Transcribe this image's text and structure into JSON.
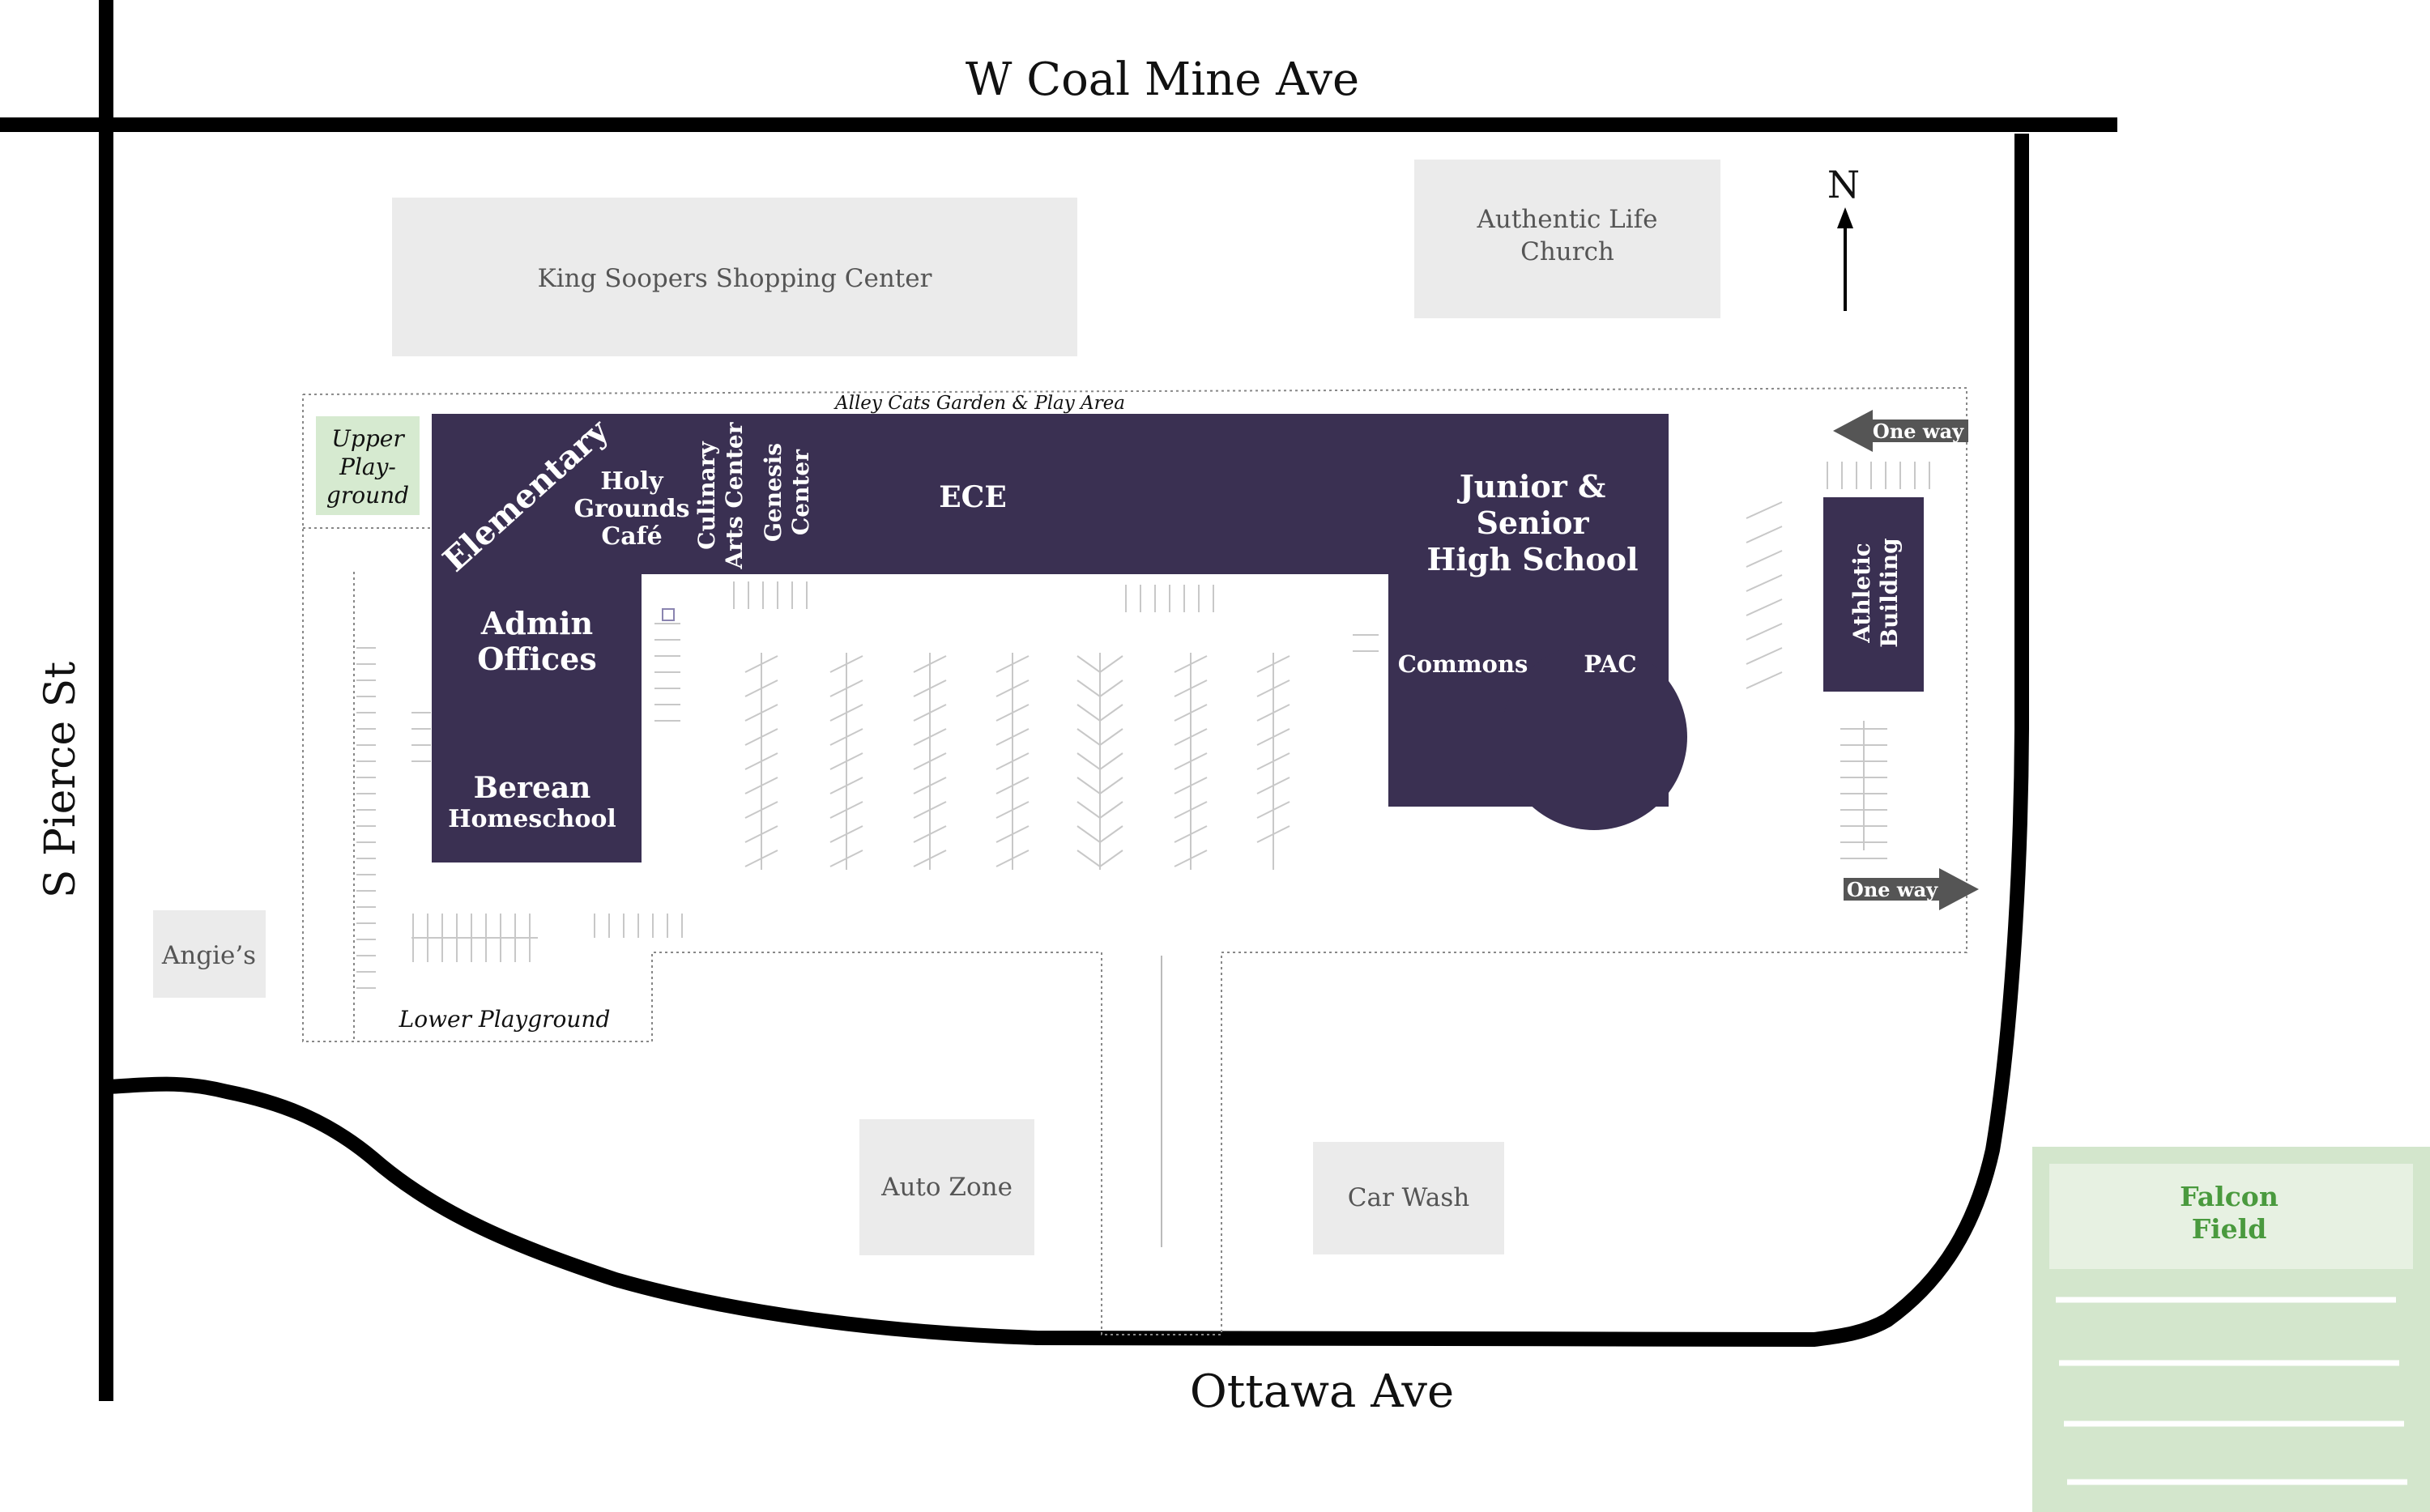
{
  "colors": {
    "building": "#3a3052",
    "neighbor_fill": "#ebebeb",
    "neighbor_text": "#555555",
    "playground_fill": "#d6ead0",
    "field_fill": "#d3e6cc",
    "field_label_fill": "#e7f1e2",
    "field_text": "#4a9a3e",
    "road": "#000000",
    "arrow": "#555555"
  },
  "streets": {
    "north": "W Coal Mine Ave",
    "south": "Ottawa Ave",
    "west": "S Pierce St"
  },
  "compass": {
    "label": "N"
  },
  "neighbors": {
    "king_soopers": "King Soopers Shopping Center",
    "church_line1": "Authentic Life",
    "church_line2": "Church",
    "angies": "Angie’s",
    "auto_zone": "Auto Zone",
    "car_wash": "Car Wash"
  },
  "areas": {
    "alley_cats": "Alley Cats Garden & Play Area",
    "upper_playground_line1": "Upper",
    "upper_playground_line2": "Play-",
    "upper_playground_line3": "ground",
    "lower_playground": "Lower Playground"
  },
  "buildings": {
    "elementary": "Elementary",
    "holy_line1": "Holy",
    "holy_line2": "Grounds",
    "holy_line3": "Café",
    "culinary_line1": "Culinary",
    "culinary_line2": "Arts Center",
    "genesis_line1": "Genesis",
    "genesis_line2": "Center",
    "ece": "ECE",
    "high_line1": "Junior &",
    "high_line2": "Senior",
    "high_line3": "High School",
    "admin_line1": "Admin",
    "admin_line2": "Offices",
    "berean_line1": "Berean",
    "berean_line2": "Homeschool",
    "commons": "Commons",
    "pac": "PAC",
    "athletic_line1": "Athletic",
    "athletic_line2": "Building"
  },
  "signs": {
    "one_way_top": "One way",
    "one_way_bottom": "One way"
  },
  "field": {
    "line1": "Falcon",
    "line2": "Field"
  }
}
